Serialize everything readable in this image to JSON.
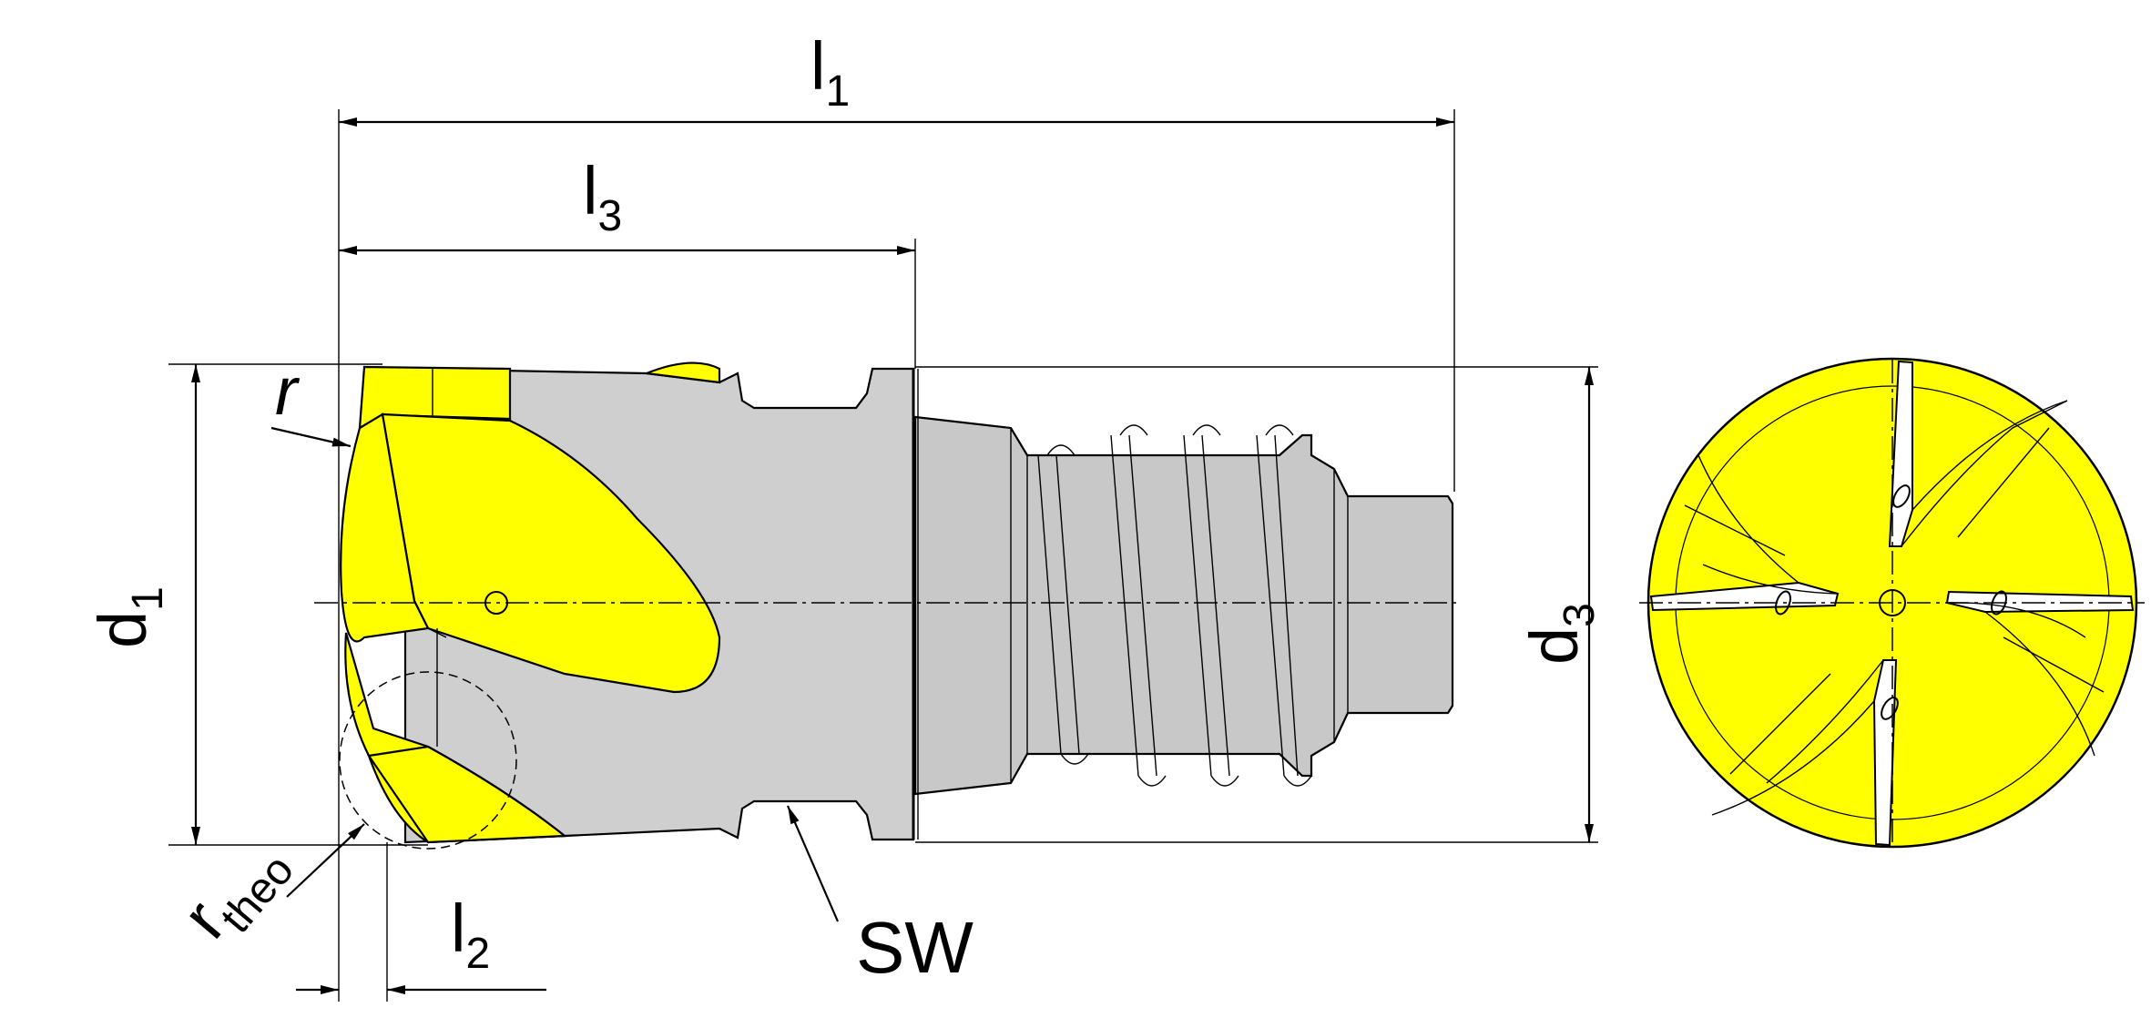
{
  "colors": {
    "cutter_yellow": "#ffff00",
    "body_gray": "#cfcfcf",
    "shank_gray": "#c8c8c8",
    "line": "#000000",
    "background": "#ffffff"
  },
  "labels": {
    "l1": {
      "main": "l",
      "sub": "1"
    },
    "l3": {
      "main": "l",
      "sub": "3"
    },
    "l2": {
      "main": "l",
      "sub": "2"
    },
    "d1": {
      "main": "d",
      "sub": "1"
    },
    "d3": {
      "main": "d",
      "sub": "3"
    },
    "r": "r",
    "rtheo": {
      "main": "r",
      "sub": "theo"
    },
    "sw": "SW"
  }
}
